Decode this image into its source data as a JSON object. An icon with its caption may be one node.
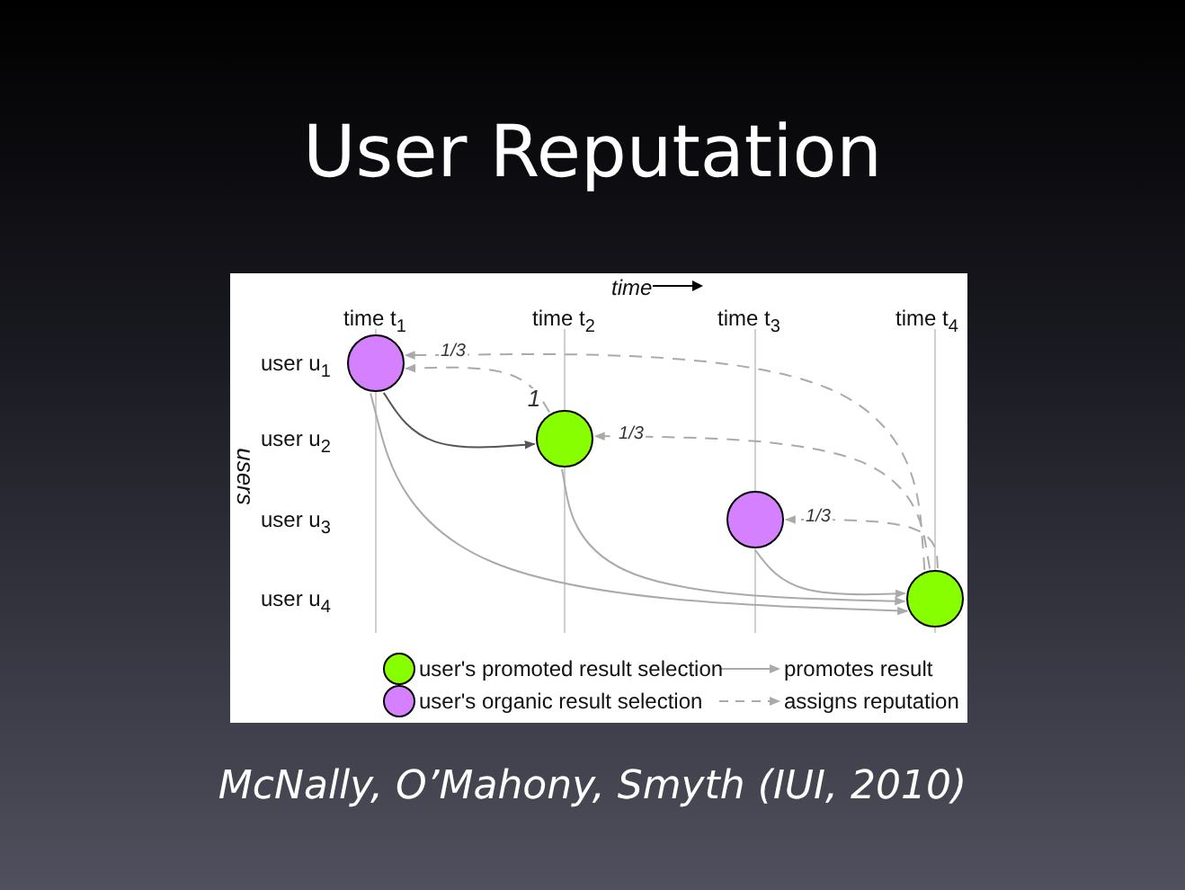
{
  "diagram": {
    "title": "User Reputation",
    "caption": "McNally, O’Mahony, Smyth (IUI, 2010)",
    "nodes": [
      {
        "text": [],
        "shape": "circle"
      },
      {
        "text": [],
        "shape": "circle"
      },
      {
        "text": [],
        "shape": "circle"
      },
      {
        "text": [],
        "shape": "circle"
      }
    ],
    "edges": [
      {
        "from": 0,
        "to": 1,
        "arrow": "to",
        "color": "#555555"
      },
      {
        "from": 0,
        "to": 3,
        "arrow": "to"
      },
      {
        "from": 1,
        "to": 3,
        "arrow": "to"
      },
      {
        "from": 2,
        "to": 3,
        "arrow": "to"
      },
      {
        "from": 1,
        "to": 0,
        "arrow": "to",
        "style": "dashed",
        "label": "1"
      },
      {
        "from": 3,
        "to": 0,
        "arrow": "to",
        "style": "dashed",
        "label": "1/3"
      },
      {
        "from": 3,
        "to": 1,
        "arrow": "to",
        "style": "dashed",
        "label": "1/3"
      },
      {
        "from": 3,
        "to": 2,
        "arrow": "to",
        "style": "dashed",
        "label": "1/3"
      }
    ],
    "labels": [
      "time",
      "time t$_{1}$",
      "time t$_{2}$",
      "time t$_{3}$",
      "time t$_{4}$",
      "user u$_{1}$",
      "user u$_{2}$",
      "user u$_{3}$",
      "user u$_{4}$",
      "users"
    ],
    "legend": [
      {
        "text": "user's promoted result selection",
        "color": "#88ff00"
      },
      {
        "text": "user's organic result selection",
        "color": "#d580ff"
      },
      {
        "text": "promotes result"
      },
      {
        "text": "assigns reputation"
      }
    ]
  }
}
